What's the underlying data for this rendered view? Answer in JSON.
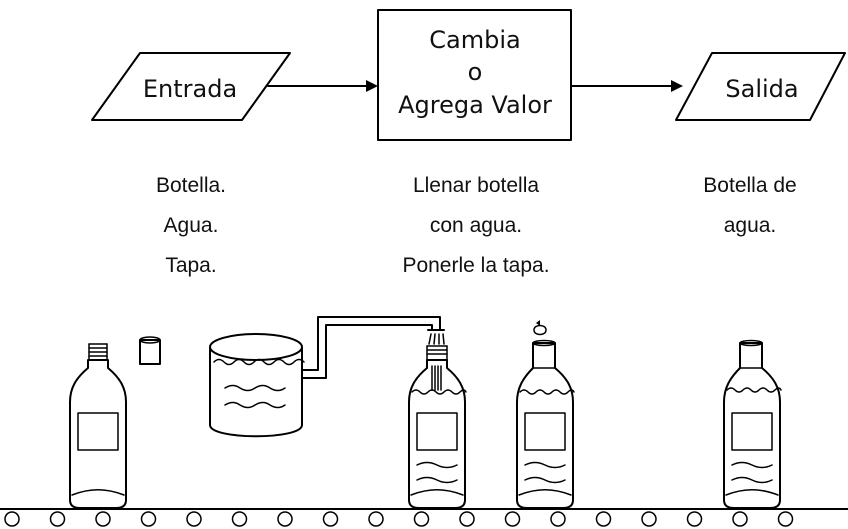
{
  "flow": {
    "input_label": "Entrada",
    "process_label": [
      "Cambia",
      "o",
      "Agrega Valor"
    ],
    "output_label": "Salida"
  },
  "descriptions": {
    "input": [
      "Botella.",
      "Agua.",
      "Tapa."
    ],
    "process": [
      "Llenar botella",
      "con agua.",
      "Ponerle la tapa."
    ],
    "output": [
      "Botella de",
      "agua."
    ]
  },
  "illustration": {
    "conveyor_rollers": 18,
    "stages": [
      "empty-bottle-with-cap",
      "water-tank-filling",
      "capping",
      "finished-water-bottle"
    ]
  }
}
